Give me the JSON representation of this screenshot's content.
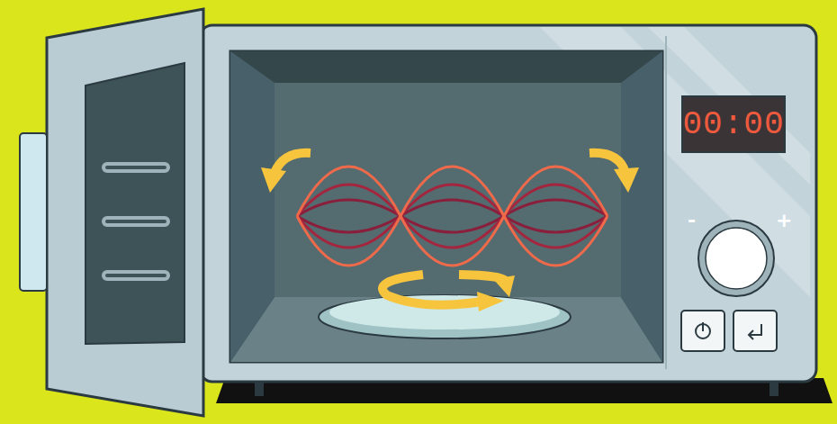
{
  "diagram": {
    "nodes": [
      {
        "text": [
          "00:00"
        ]
      }
    ],
    "labels": [
      "-",
      "+"
    ]
  }
}
